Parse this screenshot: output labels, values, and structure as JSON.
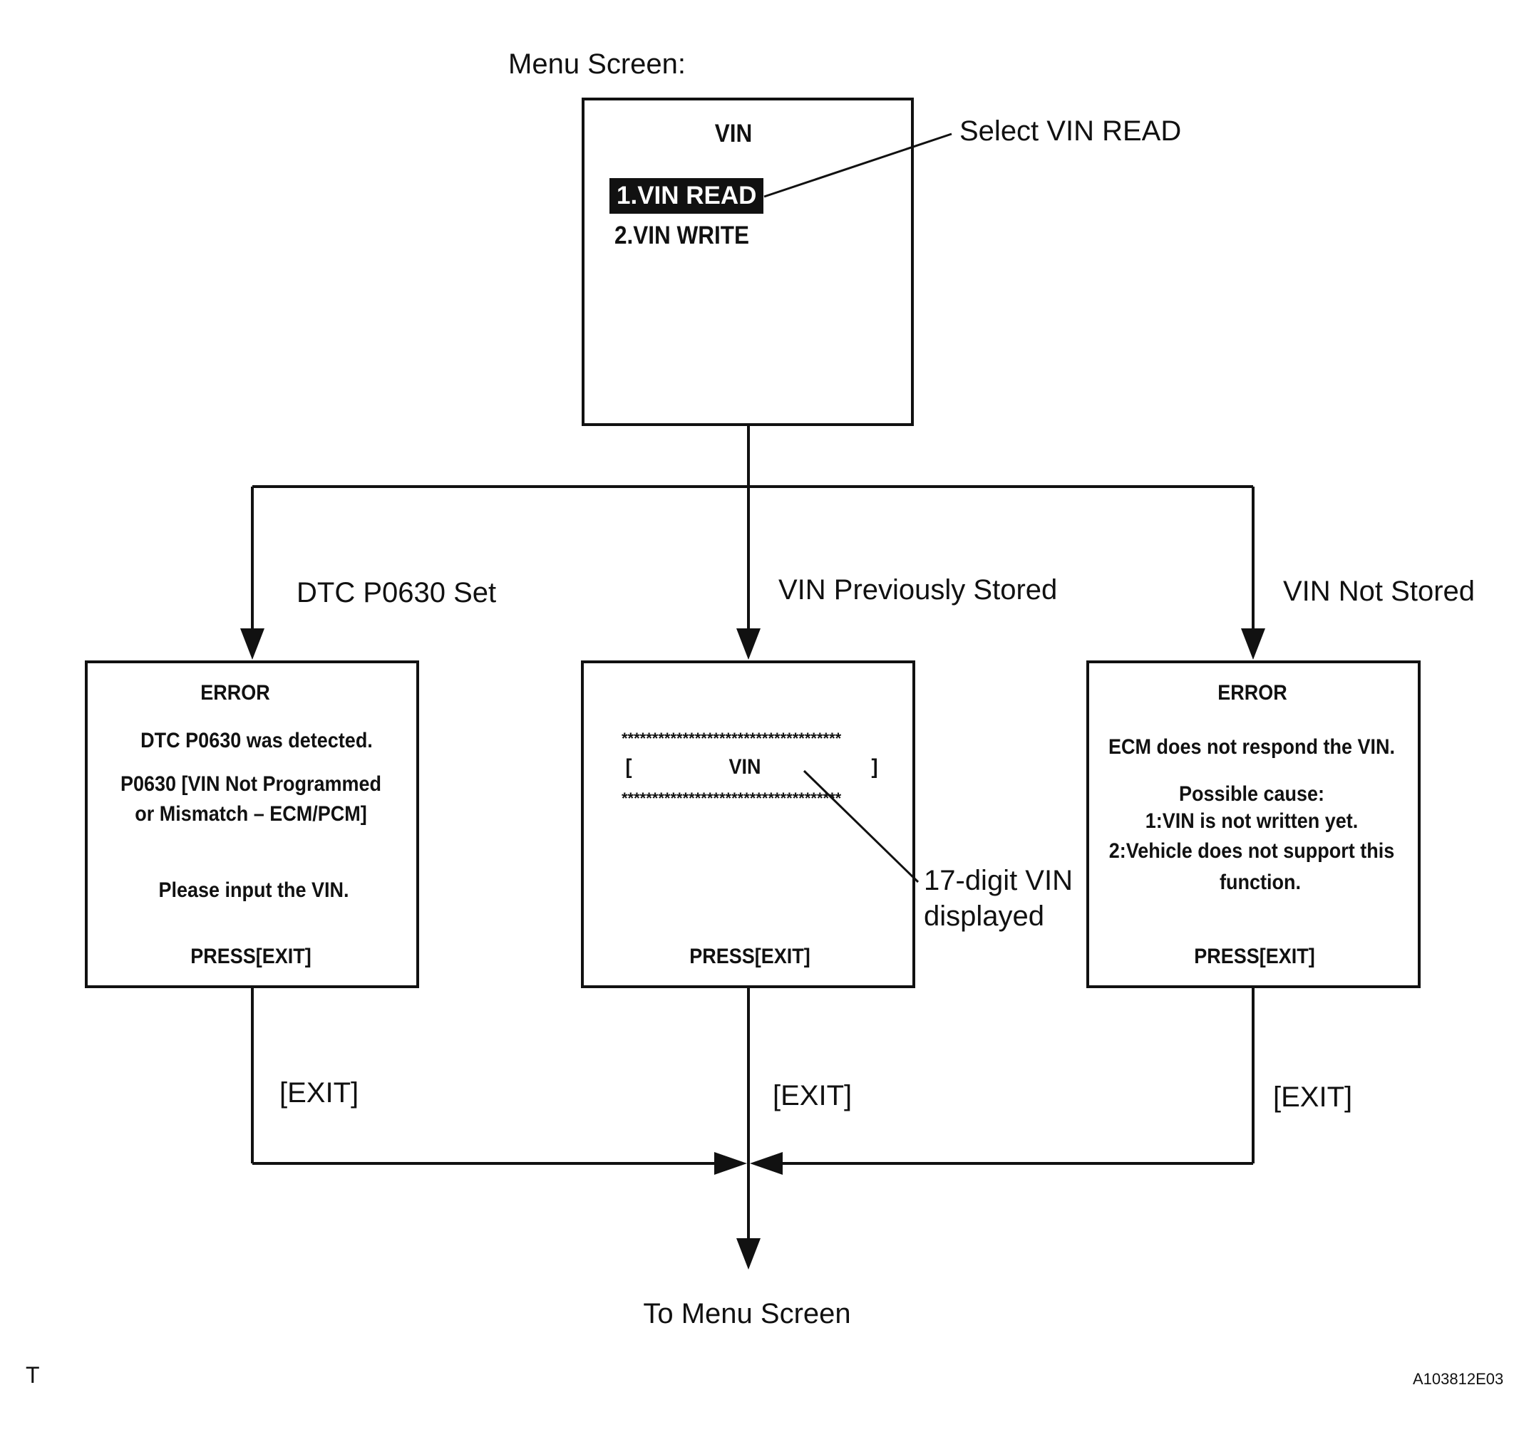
{
  "menu_screen_label": "Menu Screen:",
  "menu": {
    "title": "VIN",
    "item1": "1.VIN READ",
    "item2": "2.VIN WRITE",
    "callout": "Select VIN READ"
  },
  "branches": {
    "left_label": "DTC P0630 Set",
    "center_label": "VIN Previously Stored",
    "right_label": "VIN Not Stored"
  },
  "left_screen": {
    "title": "ERROR",
    "line1": "DTC P0630 was detected.",
    "line2": "P0630  [VIN Not Programmed",
    "line3": "or Mismatch – ECM/PCM]",
    "line4": "Please input the VIN.",
    "footer": "PRESS[EXIT]"
  },
  "center_screen": {
    "stars": "************************************",
    "bracket_open": "[",
    "vin": "VIN",
    "bracket_close": "]",
    "footer": "PRESS[EXIT]",
    "callout_line1": "17-digit VIN",
    "callout_line2": "displayed"
  },
  "right_screen": {
    "title": "ERROR",
    "line1": "ECM does not respond the VIN.",
    "line2": "Possible cause:",
    "line3": "1:VIN is not written yet.",
    "line4": "2:Vehicle does not support this",
    "line5": "function.",
    "footer": "PRESS[EXIT]"
  },
  "exit_labels": [
    "[EXIT]",
    "[EXIT]",
    "[EXIT]"
  ],
  "to_menu": "To Menu Screen",
  "corner_mark": "T",
  "figure_id": "A103812E03"
}
